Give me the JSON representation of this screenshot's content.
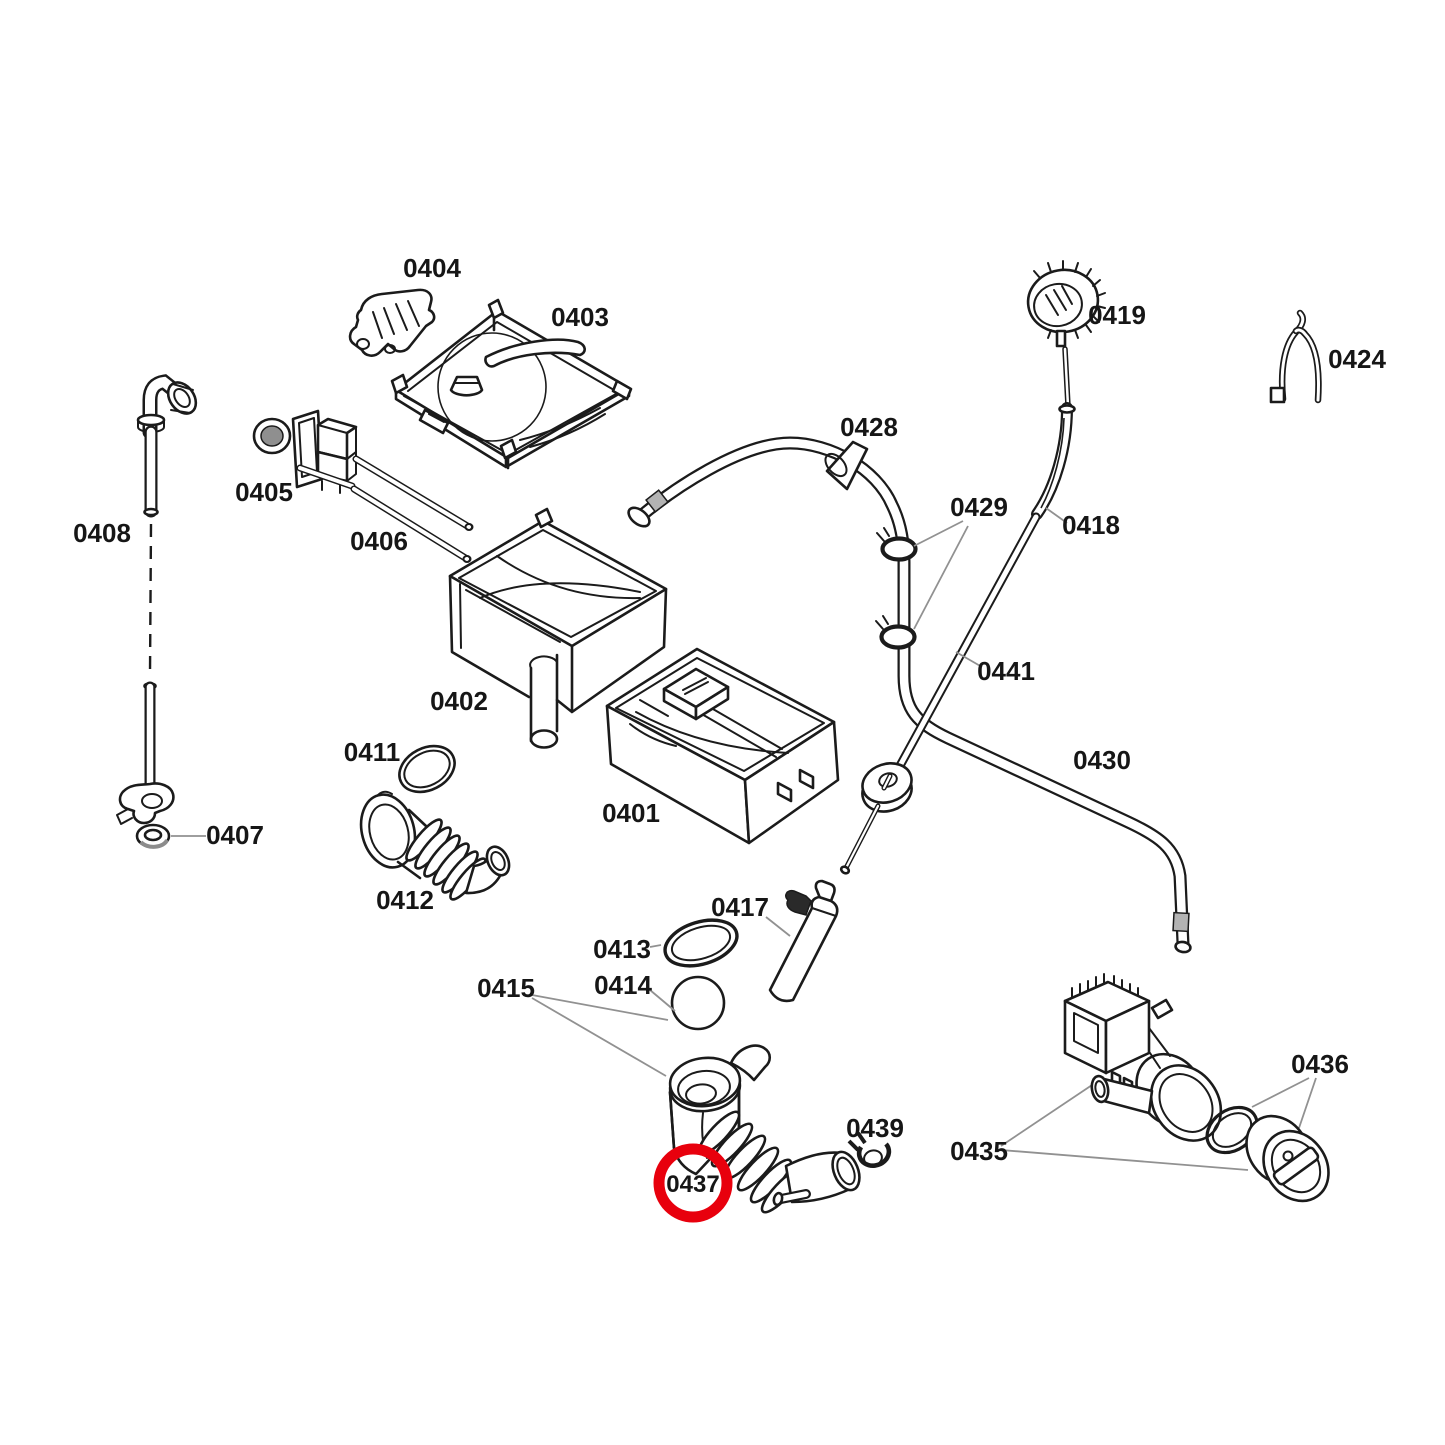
{
  "diagram": {
    "type": "exploded-parts-diagram",
    "subject": "appliance dispenser and hose assembly parts diagram",
    "background": "#ffffff",
    "line_color": "#1b1b1b",
    "leader_color": "#919191",
    "highlight": {
      "part": "0437",
      "color": "#e8000d"
    },
    "labels": {
      "p0401": "0401",
      "p0402": "0402",
      "p0403": "0403",
      "p0404": "0404",
      "p0405": "0405",
      "p0406": "0406",
      "p0407": "0407",
      "p0408": "0408",
      "p0411": "0411",
      "p0412": "0412",
      "p0413": "0413",
      "p0414": "0414",
      "p0415": "0415",
      "p0417": "0417",
      "p0418": "0418",
      "p0419": "0419",
      "p0424": "0424",
      "p0428": "0428",
      "p0429": "0429",
      "p0430": "0430",
      "p0435": "0435",
      "p0436": "0436",
      "p0437": "0437",
      "p0439": "0439",
      "p0441": "0441"
    }
  }
}
